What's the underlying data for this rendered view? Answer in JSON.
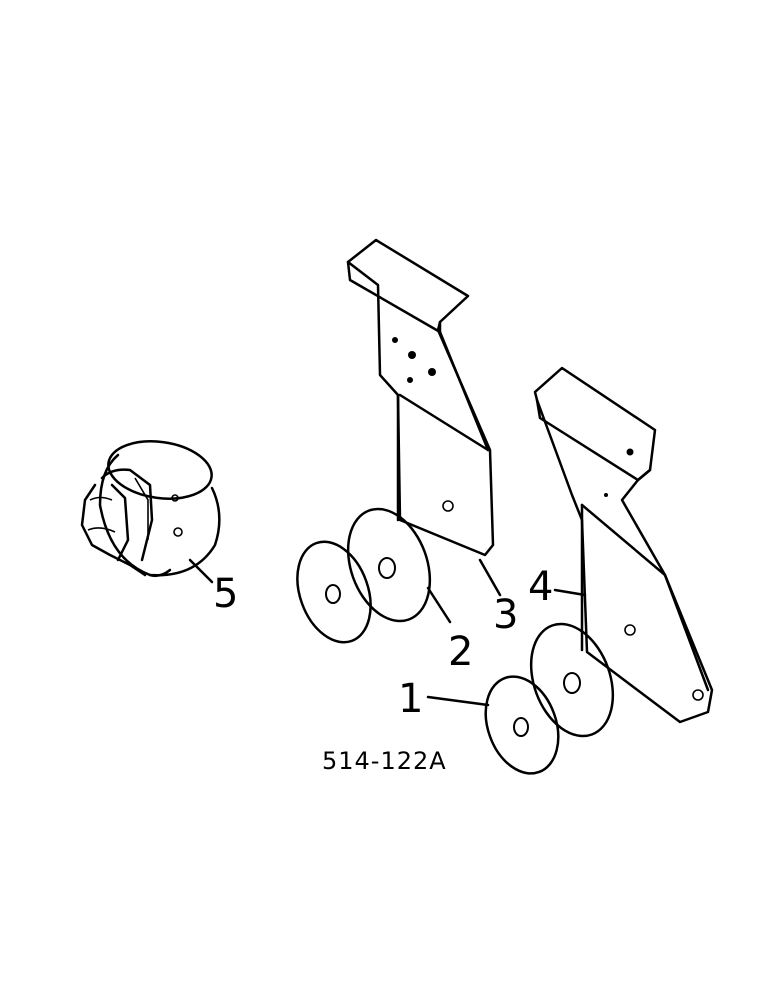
{
  "figure_id": "514-122A",
  "callouts": [
    {
      "number": "1",
      "part": "disc-1"
    },
    {
      "number": "2",
      "part": "disc-2"
    },
    {
      "number": "3",
      "part": "bracket-3"
    },
    {
      "number": "4",
      "part": "bracket-4"
    },
    {
      "number": "5",
      "part": "clutch-hub-5"
    }
  ],
  "colors": {
    "ink": "#000000",
    "paper": "#ffffff"
  }
}
